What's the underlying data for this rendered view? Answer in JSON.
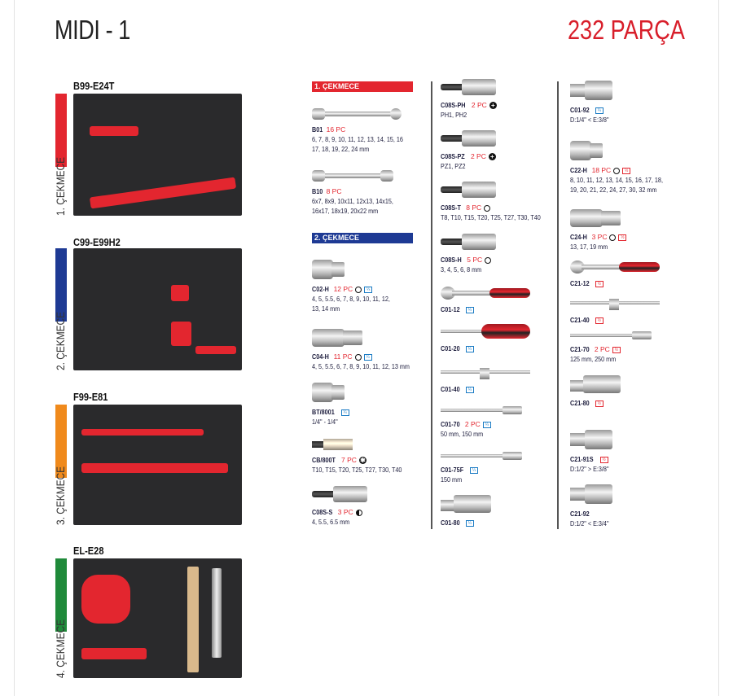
{
  "title": "MIDI - 1",
  "parts_count": "232 PARÇA",
  "colors": {
    "accent": "#d81e2a",
    "drawer1": "#e3262f",
    "drawer2": "#1e3a94",
    "drawer3": "#f08a1c",
    "drawer4": "#1f8a3a"
  },
  "drawers": [
    {
      "code": "B99-E24T",
      "label": "1. ÇEKMECE"
    },
    {
      "code": "C99-E99H2",
      "label": "2. ÇEKMECE"
    },
    {
      "code": "F99-E81",
      "label": "3. ÇEKMECE"
    },
    {
      "code": "EL-E28",
      "label": "4. ÇEKMECE"
    }
  ],
  "sections": [
    {
      "label": "1. ÇEKMECE"
    },
    {
      "label": "2. ÇEKMECE"
    }
  ],
  "items": [
    {
      "code": "B01",
      "pc": "16 PC",
      "icons": [],
      "desc": [
        "6, 7, 8, 9, 10, 11, 12, 13, 14, 15, 16",
        "17, 18, 19, 22, 24 mm"
      ],
      "pic": "wrench"
    },
    {
      "code": "B10",
      "pc": "8 PC",
      "icons": [],
      "desc": [
        "6x7, 8x9, 10x11, 12x13, 14x15,",
        "16x17, 18x19, 20x22 mm"
      ],
      "pic": "openwrench"
    },
    {
      "code": "C02-H",
      "pc": "12 PC",
      "icons": [
        "circle-icon",
        "drive-quarter-icon"
      ],
      "desc": [
        "4, 5, 5.5, 6, 7, 8, 9, 10, 11, 12,",
        "13, 14 mm"
      ],
      "pic": "socket"
    },
    {
      "code": "C04-H",
      "pc": "11 PC",
      "icons": [
        "circle-icon",
        "drive-quarter-icon"
      ],
      "desc": [
        "4, 5, 5.5, 6, 7, 8, 9, 10, 11, 12, 13 mm"
      ],
      "pic": "deepsocket"
    },
    {
      "code": "BT/8001",
      "pc": "",
      "icons": [
        "drive-quarter-icon"
      ],
      "desc": [
        "1/4\" - 1/4\""
      ],
      "pic": "socket"
    },
    {
      "code": "CB/800T",
      "pc": "7 PC",
      "icons": [
        "torx-icon"
      ],
      "desc": [
        "T10, T15, T20, T25, T27, T30, T40"
      ],
      "pic": "bit"
    },
    {
      "code": "C08S-S",
      "pc": "3 PC",
      "icons": [
        "slotted-icon"
      ],
      "desc": [
        "4, 5.5, 6.5 mm"
      ],
      "pic": "bitsocket"
    },
    {
      "code": "C08S-PH",
      "pc": "2 PC",
      "icons": [
        "phillips-icon"
      ],
      "desc": [
        "PH1, PH2"
      ],
      "pic": "bitsocket"
    },
    {
      "code": "C08S-PZ",
      "pc": "2 PC",
      "icons": [
        "pozidriv-icon"
      ],
      "desc": [
        "PZ1, PZ2"
      ],
      "pic": "bitsocket"
    },
    {
      "code": "C08S-T",
      "pc": "8 PC",
      "icons": [
        "circle-icon"
      ],
      "desc": [
        "T8, T10, T15, T20, T25, T27, T30, T40"
      ],
      "pic": "bitsocket"
    },
    {
      "code": "C08S-H",
      "pc": "5 PC",
      "icons": [
        "circle-icon"
      ],
      "desc": [
        "3, 4, 5, 6, 8 mm"
      ],
      "pic": "bitsocket"
    },
    {
      "code": "C01-12",
      "pc": "",
      "icons": [
        "drive-quarter-icon"
      ],
      "desc": [],
      "pic": "ratchet"
    },
    {
      "code": "C01-20",
      "pc": "",
      "icons": [
        "drive-quarter-icon"
      ],
      "desc": [],
      "pic": "driver"
    },
    {
      "code": "C01-40",
      "pc": "",
      "icons": [
        "drive-quarter-icon"
      ],
      "desc": [],
      "pic": "tbar"
    },
    {
      "code": "C01-70",
      "pc": "2 PC",
      "icons": [
        "drive-quarter-icon"
      ],
      "desc": [
        "50 mm, 150 mm"
      ],
      "pic": "extension"
    },
    {
      "code": "C01-75F",
      "pc": "",
      "icons": [
        "drive-quarter-icon"
      ],
      "desc": [
        "150 mm"
      ],
      "pic": "extension"
    },
    {
      "code": "C01-80",
      "pc": "",
      "icons": [
        "drive-quarter-icon"
      ],
      "desc": [],
      "pic": "ujoint"
    },
    {
      "code": "C01-92",
      "pc": "",
      "icons": [
        "drive-quarter-icon"
      ],
      "desc": [
        "D:1/4\" < E:3/8\""
      ],
      "pic": "adapter"
    },
    {
      "code": "C22-H",
      "pc": "18 PC",
      "icons": [
        "circle-icon",
        "drive-half-icon"
      ],
      "desc": [
        "8, 10, 11, 12, 13, 14, 15, 16, 17, 18,",
        "19, 20, 21, 22, 24, 27, 30, 32 mm"
      ],
      "pic": "socket"
    },
    {
      "code": "C24-H",
      "pc": "3 PC",
      "icons": [
        "circle-icon",
        "drive-half-icon"
      ],
      "desc": [
        "13, 17, 19 mm"
      ],
      "pic": "deepsocket"
    },
    {
      "code": "C21-12",
      "pc": "",
      "icons": [
        "drive-half-icon"
      ],
      "desc": [],
      "pic": "ratchet"
    },
    {
      "code": "C21-40",
      "pc": "",
      "icons": [
        "drive-half-icon"
      ],
      "desc": [],
      "pic": "tbar"
    },
    {
      "code": "C21-70",
      "pc": "2 PC",
      "icons": [
        "drive-half-icon"
      ],
      "desc": [
        "125 mm, 250 mm"
      ],
      "pic": "extension"
    },
    {
      "code": "C21-80",
      "pc": "",
      "icons": [
        "drive-half-icon"
      ],
      "desc": [],
      "pic": "ujoint"
    },
    {
      "code": "C21-91S",
      "pc": "",
      "icons": [
        "drive-half-icon"
      ],
      "desc": [
        "D:1/2\" > E:3/8\""
      ],
      "pic": "adapter"
    },
    {
      "code": "C21-92",
      "pc": "",
      "icons": [],
      "desc": [
        "D:1/2\" < E:3/4\""
      ],
      "pic": "adapter"
    }
  ]
}
